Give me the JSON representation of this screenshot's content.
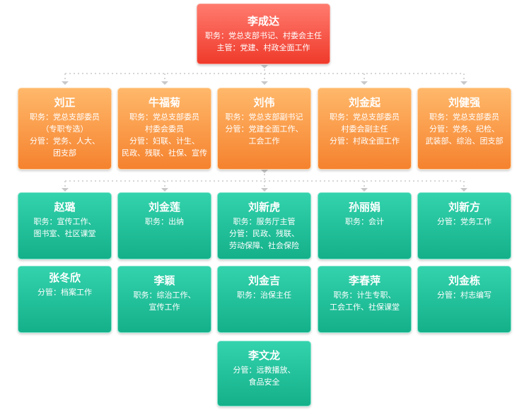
{
  "top": {
    "name": "李成达",
    "lines": [
      "职务：党总支部书记、村委会主任",
      "主管：党建、村政全面工作"
    ]
  },
  "row2": [
    {
      "name": "刘正",
      "lines": [
        "职务：党总支部委员",
        "（专职专选）",
        "分管：党务、人大、",
        "团支部"
      ]
    },
    {
      "name": "牛福菊",
      "lines": [
        "职务：党总支部委员",
        "村委会委员",
        "分管：妇联、计生、",
        "民政、残联、社保、宣传"
      ]
    },
    {
      "name": "刘伟",
      "lines": [
        "职务：党总支部副书记",
        "分管：党建全面工作、",
        "工会工作"
      ]
    },
    {
      "name": "刘金起",
      "lines": [
        "职务：党总支部委员",
        "村委会副主任",
        "分管：村政全面工作"
      ]
    },
    {
      "name": "刘健强",
      "lines": [
        "职务：党总支部委员",
        "分管：党务、纪检、",
        "武装部、综治、团支部"
      ]
    }
  ],
  "row3": [
    {
      "name": "赵璐",
      "lines": [
        "职务：宣传工作、",
        "图书室、社区课堂"
      ]
    },
    {
      "name": "刘金莲",
      "lines": [
        "职务：出纳"
      ]
    },
    {
      "name": "刘新虎",
      "lines": [
        "职务：服务厅主管",
        "分管：民政、残联、",
        "劳动保障、社会保险"
      ]
    },
    {
      "name": "孙丽娟",
      "lines": [
        "职务：会计"
      ]
    },
    {
      "name": "刘新方",
      "lines": [
        "分管：党务工作"
      ]
    }
  ],
  "row4": [
    {
      "name": "张冬欣",
      "lines": [
        "分管：档案工作"
      ]
    },
    {
      "name": "李颖",
      "lines": [
        "职务：综治工作、",
        "宣传工作"
      ]
    },
    {
      "name": "刘金吉",
      "lines": [
        "职务：治保主任"
      ]
    },
    {
      "name": "李春萍",
      "lines": [
        "职务：计生专职、",
        "工会工作、社保课堂"
      ]
    },
    {
      "name": "刘金栋",
      "lines": [
        "分管：村志编写"
      ]
    }
  ],
  "row5": [
    {
      "name": "李文龙",
      "lines": [
        "分管：远教播放、",
        "食品安全"
      ]
    }
  ],
  "colors": {
    "top": "#ef3a2b",
    "leaders": "#f5822e",
    "staff": "#14b08a",
    "connector": "#d8d8d8"
  }
}
